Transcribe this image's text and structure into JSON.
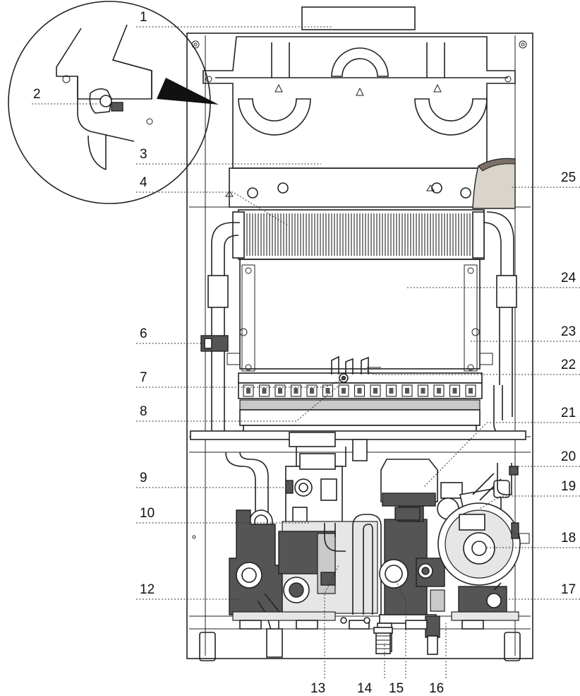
{
  "callouts": [
    {
      "id": "c1",
      "label": "1"
    },
    {
      "id": "c2",
      "label": "2"
    },
    {
      "id": "c3",
      "label": "3"
    },
    {
      "id": "c4",
      "label": "4"
    },
    {
      "id": "c6",
      "label": "6"
    },
    {
      "id": "c7",
      "label": "7"
    },
    {
      "id": "c8",
      "label": "8"
    },
    {
      "id": "c9",
      "label": "9"
    },
    {
      "id": "c10",
      "label": "10"
    },
    {
      "id": "c12",
      "label": "12"
    },
    {
      "id": "c13",
      "label": "13"
    },
    {
      "id": "c14",
      "label": "14"
    },
    {
      "id": "c15",
      "label": "15"
    },
    {
      "id": "c16",
      "label": "16"
    },
    {
      "id": "c17",
      "label": "17"
    },
    {
      "id": "c18",
      "label": "18"
    },
    {
      "id": "c19",
      "label": "19"
    },
    {
      "id": "c20",
      "label": "20"
    },
    {
      "id": "c21",
      "label": "21"
    },
    {
      "id": "c22",
      "label": "22"
    },
    {
      "id": "c23",
      "label": "23"
    },
    {
      "id": "c24",
      "label": "24"
    },
    {
      "id": "c25",
      "label": "25"
    }
  ],
  "colors": {
    "line": "#222222",
    "dark_fill": "#555555",
    "gray_fill": "#c9c9c9",
    "insulation": "#d9d4cc"
  }
}
